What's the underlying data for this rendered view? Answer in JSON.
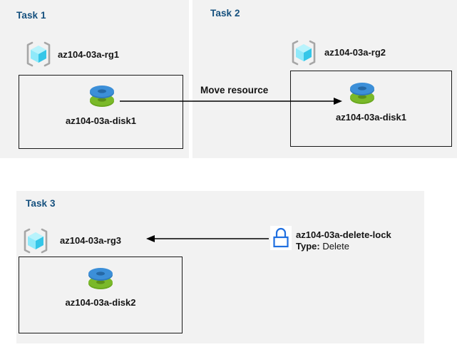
{
  "diagram": {
    "title": "Azure resource group tasks diagram",
    "colors": {
      "panel_background": "#f2f2f2",
      "page_background": "#ffffff",
      "task_title": "#15507e",
      "text": "#141414",
      "box_border": "#1a1a1a",
      "lock_blue": "#1f6fe0",
      "disk_blue": "#3c8fd8",
      "disk_green": "#7ab929",
      "cube_cyan": "#7fe4f5",
      "bracket_gray": "#a6a6a6"
    }
  },
  "tasks": [
    {
      "id": "task1",
      "title": "Task 1",
      "resource_group": {
        "label": "az104-03a-rg1",
        "icon": "resource-group-icon"
      },
      "resource": {
        "label": "az104-03a-disk1",
        "icon": "managed-disk-icon"
      }
    },
    {
      "id": "task2",
      "title": "Task 2",
      "resource_group": {
        "label": "az104-03a-rg2",
        "icon": "resource-group-icon"
      },
      "resource": {
        "label": "az104-03a-disk1",
        "icon": "managed-disk-icon"
      }
    },
    {
      "id": "task3",
      "title": "Task 3",
      "resource_group": {
        "label": "az104-03a-rg3",
        "icon": "resource-group-icon"
      },
      "resource": {
        "label": "az104-03a-disk2",
        "icon": "managed-disk-icon"
      }
    }
  ],
  "connectors": {
    "move": {
      "label": "Move resource",
      "direction": "right"
    },
    "lock": {
      "direction": "left"
    }
  },
  "lock": {
    "icon": "padlock-icon",
    "name": "az104-03a-delete-lock",
    "type_label": "Type:",
    "type_value": "Delete"
  }
}
